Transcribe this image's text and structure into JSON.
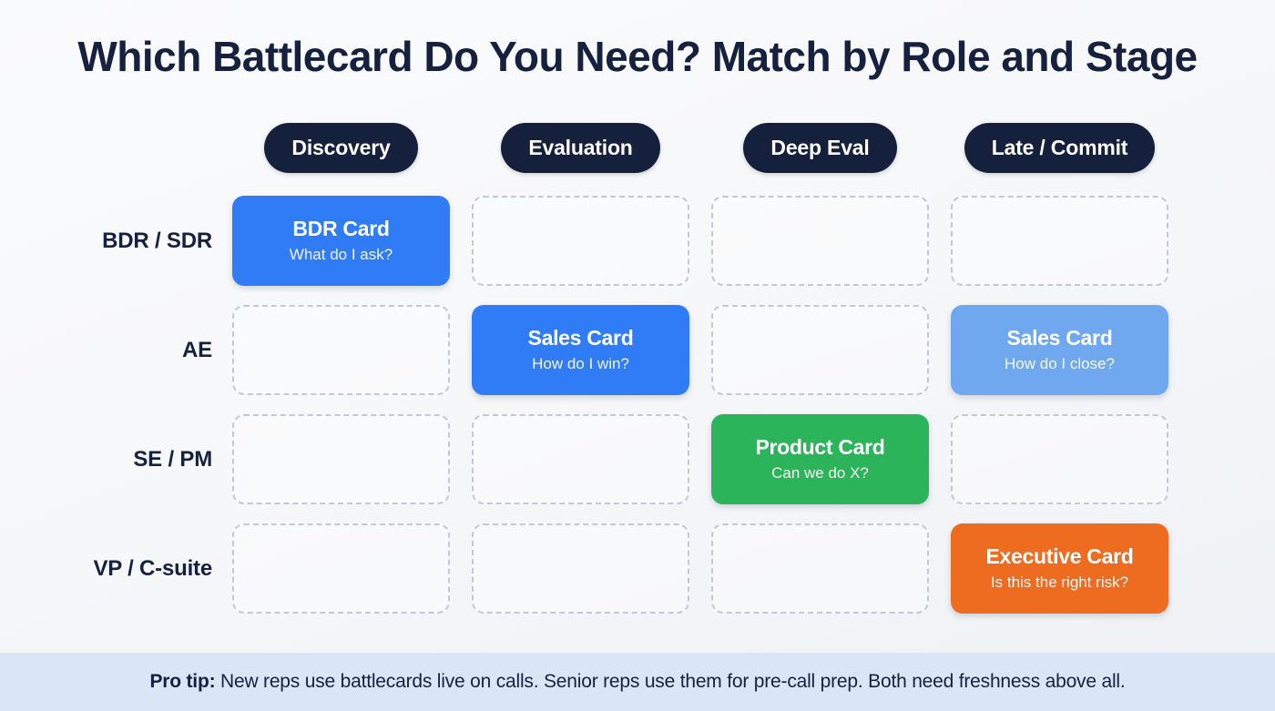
{
  "title": "Which Battlecard Do You Need? Match by Role and Stage",
  "colors": {
    "background": "#f6f7f9",
    "pill": "#15213c",
    "text_dark": "#16213f",
    "blue": "#2f7cf6",
    "blue_light": "#6fa8ef",
    "green": "#2bb459",
    "orange": "#ee6c1f",
    "empty_border": "#c2c8d5",
    "footer_bg": "#d9e6f6"
  },
  "stages": [
    {
      "label": "Discovery"
    },
    {
      "label": "Evaluation"
    },
    {
      "label": "Deep Eval"
    },
    {
      "label": "Late / Commit"
    }
  ],
  "rows": [
    {
      "label": "BDR / SDR",
      "cells": [
        {
          "filled": true,
          "title": "BDR Card",
          "subtitle": "What do I ask?",
          "color": "#2f7cf6"
        },
        {
          "filled": false,
          "title": "",
          "subtitle": "",
          "color": ""
        },
        {
          "filled": false,
          "title": "",
          "subtitle": "",
          "color": ""
        },
        {
          "filled": false,
          "title": "",
          "subtitle": "",
          "color": ""
        }
      ]
    },
    {
      "label": "AE",
      "cells": [
        {
          "filled": false,
          "title": "",
          "subtitle": "",
          "color": ""
        },
        {
          "filled": true,
          "title": "Sales Card",
          "subtitle": "How do I win?",
          "color": "#2f7cf6"
        },
        {
          "filled": false,
          "title": "",
          "subtitle": "",
          "color": ""
        },
        {
          "filled": true,
          "title": "Sales Card",
          "subtitle": "How do I close?",
          "color": "#6fa8ef"
        }
      ]
    },
    {
      "label": "SE / PM",
      "cells": [
        {
          "filled": false,
          "title": "",
          "subtitle": "",
          "color": ""
        },
        {
          "filled": false,
          "title": "",
          "subtitle": "",
          "color": ""
        },
        {
          "filled": true,
          "title": "Product Card",
          "subtitle": "Can we do X?",
          "color": "#2bb459"
        },
        {
          "filled": false,
          "title": "",
          "subtitle": "",
          "color": ""
        }
      ]
    },
    {
      "label": "VP / C-suite",
      "cells": [
        {
          "filled": false,
          "title": "",
          "subtitle": "",
          "color": ""
        },
        {
          "filled": false,
          "title": "",
          "subtitle": "",
          "color": ""
        },
        {
          "filled": false,
          "title": "",
          "subtitle": "",
          "color": ""
        },
        {
          "filled": true,
          "title": "Executive Card",
          "subtitle": "Is this the right risk?",
          "color": "#ee6c1f"
        }
      ]
    }
  ],
  "footer": {
    "label": "Pro tip:",
    "text": " New reps use battlecards live on calls. Senior reps use them for pre-call prep. Both need freshness above all."
  }
}
